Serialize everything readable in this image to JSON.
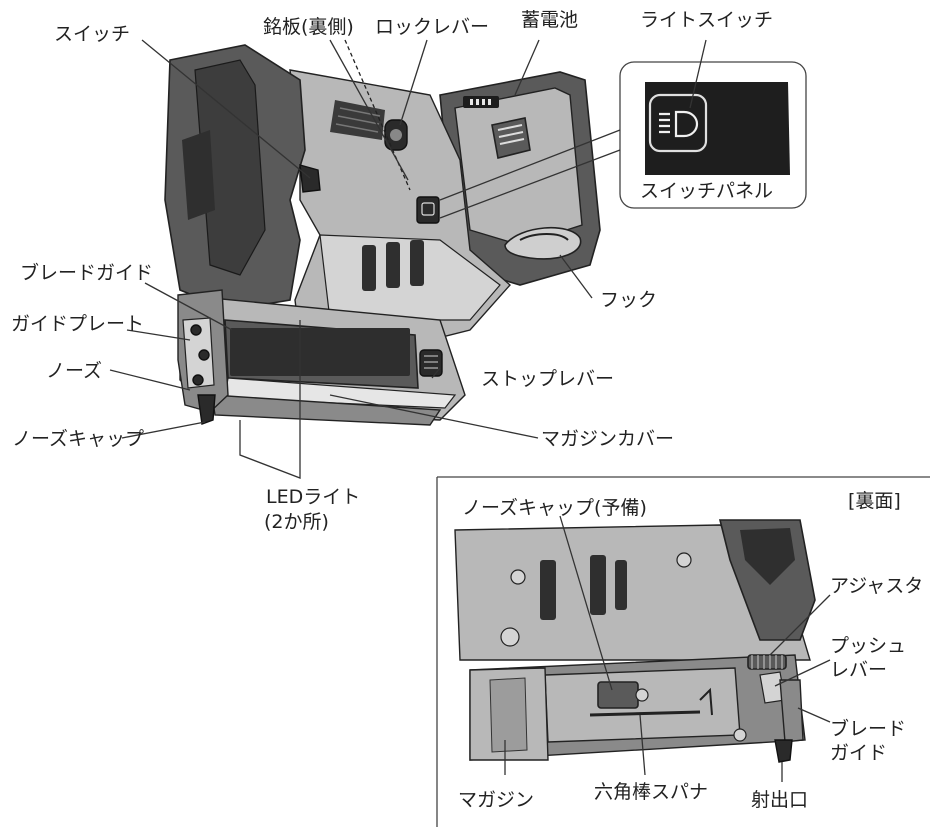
{
  "labels": {
    "switch": "スイッチ",
    "nameplate": "銘板(裏側)",
    "lock_lever": "ロックレバー",
    "battery": "蓄電池",
    "light_switch": "ライトスイッチ",
    "switch_panel": "スイッチパネル",
    "hook": "フック",
    "blade_guide": "ブレードガイド",
    "guide_plate": "ガイドプレート",
    "nose": "ノーズ",
    "stop_lever": "ストップレバー",
    "nose_cap": "ノーズキャップ",
    "magazine_cover": "マガジンカバー",
    "led_light_line1": "LEDライト",
    "led_light_line2": "(2か所)"
  },
  "back_view": {
    "title": "[裏面]",
    "labels": {
      "spare_nose_cap": "ノーズキャップ(予備)",
      "adjuster": "アジャスタ",
      "push_lever_line1": "プッシュ",
      "push_lever_line2": "レバー",
      "blade_guide_line1": "ブレード",
      "blade_guide_line2": "ガイド",
      "magazine": "マガジン",
      "hex_wrench": "六角棒スパナ",
      "exit_port": "射出口"
    }
  },
  "colors": {
    "body_dark": "#5a5a5a",
    "body_light": "#b8b8b8",
    "panel_black": "#2a2a2a",
    "line": "#222222"
  }
}
